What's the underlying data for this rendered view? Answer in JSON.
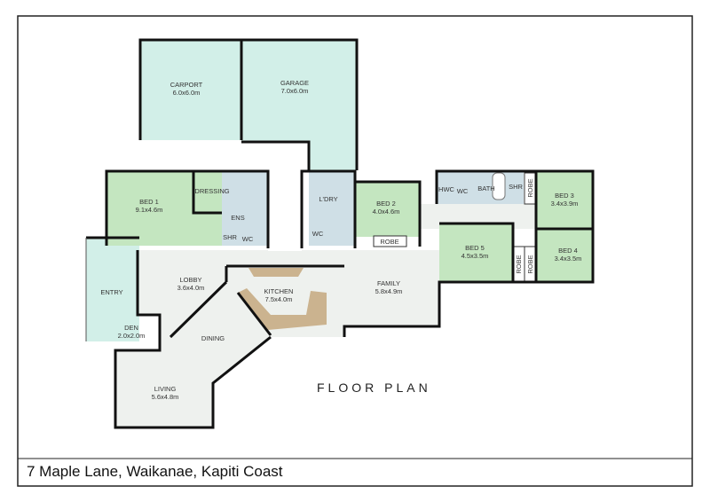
{
  "plan_title": "FLOOR PLAN",
  "address": "7 Maple Lane, Waikanae, Kapiti Coast",
  "colors": {
    "garage_teal": "#d2efe8",
    "bedroom_green": "#c4e6c0",
    "wet_blue": "#cfdfe6",
    "living_grey": "#eef1ee",
    "bench_tan": "#cbb38f"
  },
  "rooms": {
    "carport": {
      "name": "CARPORT",
      "size": "6.0x6.0m"
    },
    "garage": {
      "name": "GARAGE",
      "size": "7.0x6.0m"
    },
    "bed1": {
      "name": "BED 1",
      "size": "9.1x4.6m"
    },
    "dressing": {
      "name": "DRESSING"
    },
    "ens": {
      "name": "ENS"
    },
    "ens_shr": {
      "name": "SHR"
    },
    "ens_wc": {
      "name": "WC"
    },
    "ldry": {
      "name": "L'DRY"
    },
    "ldry_wc": {
      "name": "WC"
    },
    "bed2": {
      "name": "BED 2",
      "size": "4.0x4.6m"
    },
    "bed2_robe": {
      "name": "ROBE"
    },
    "hwc": {
      "name": "HWC"
    },
    "wc": {
      "name": "WC"
    },
    "bath": {
      "name": "BATH"
    },
    "shr": {
      "name": "SHR"
    },
    "bed3_robe": {
      "name": "ROBE"
    },
    "bed3": {
      "name": "BED 3",
      "size": "3.4x3.9m"
    },
    "bed4": {
      "name": "BED 4",
      "size": "3.4x3.5m"
    },
    "bed5": {
      "name": "BED 5",
      "size": "4.5x3.5m"
    },
    "bed5_robe": {
      "name": "ROBE"
    },
    "bed4_robe": {
      "name": "ROBE"
    },
    "entry": {
      "name": "ENTRY"
    },
    "den": {
      "name": "DEN",
      "size": "2.0x2.0m"
    },
    "lobby": {
      "name": "LOBBY",
      "size": "3.6x4.0m"
    },
    "kitchen": {
      "name": "KITCHEN",
      "size": "7.5x4.0m"
    },
    "dining": {
      "name": "DINING"
    },
    "living": {
      "name": "LIVING",
      "size": "5.6x4.8m"
    },
    "family": {
      "name": "FAMILY",
      "size": "5.8x4.9m"
    }
  }
}
